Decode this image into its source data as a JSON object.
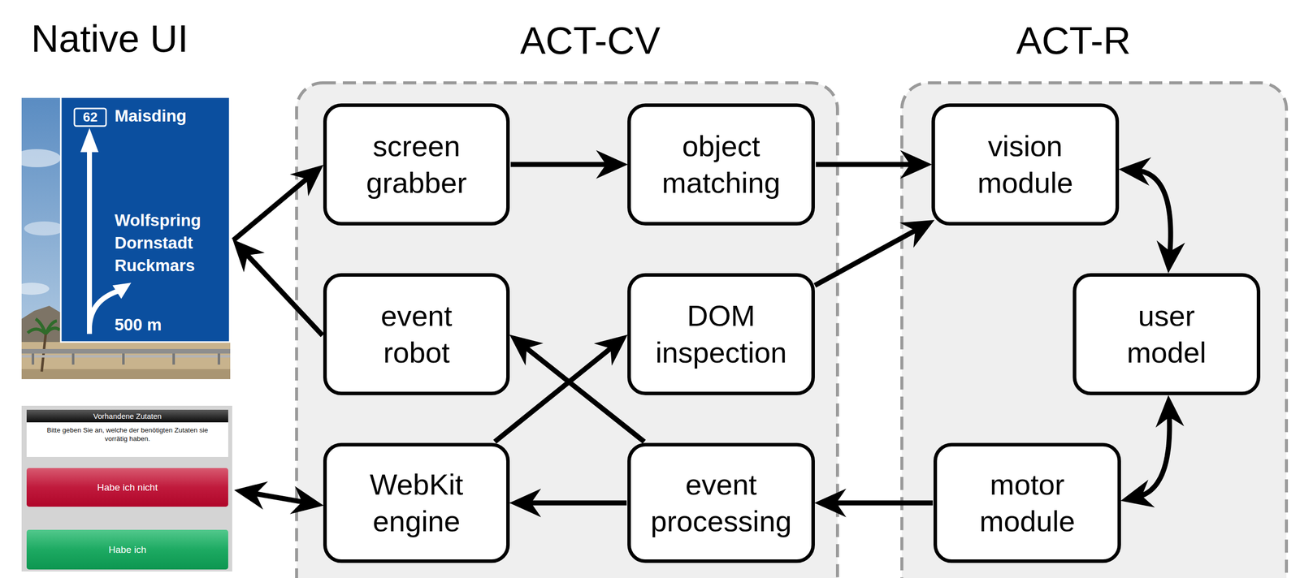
{
  "diagram": {
    "nodes": [
      {
        "text": [
          "62",
          "Maisding",
          "Wolfspring Dornstadt Ruckmars",
          "500 m"
        ]
      },
      {
        "text": [
          "Vorhandene Zutaten",
          "Bitte geben Sie an, welche der benötigten Zutaten sie vorrätig haben.",
          "Habe ich nicht",
          "Habe ich"
        ]
      },
      {
        "text": [
          "ACT-CV"
        ]
      },
      {
        "text": [
          "screen grabber"
        ],
        "in": 2
      },
      {
        "text": [
          "object matching"
        ],
        "in": 2
      },
      {
        "text": [
          "event robot"
        ],
        "in": 2
      },
      {
        "text": [
          "DOM inspection"
        ],
        "in": 2
      },
      {
        "text": [
          "WebKit engine"
        ],
        "in": 2
      },
      {
        "text": [
          "event processing"
        ],
        "in": 2
      },
      {
        "text": [
          "ACT-R"
        ]
      },
      {
        "text": [
          "vision module"
        ],
        "in": 9
      },
      {
        "text": [
          "user model"
        ],
        "in": 9
      },
      {
        "text": [
          "motor module"
        ],
        "in": 9
      }
    ],
    "edges": [
      {
        "from": 0,
        "to": 3,
        "arrow": "to"
      },
      {
        "from": 5,
        "to": 0,
        "arrow": "to"
      },
      {
        "from": 3,
        "to": 4,
        "arrow": "to"
      },
      {
        "from": 4,
        "to": 10,
        "arrow": "to"
      },
      {
        "from": 6,
        "to": 10,
        "arrow": "to"
      },
      {
        "from": 7,
        "to": 6,
        "arrow": "to"
      },
      {
        "from": 8,
        "to": 5,
        "arrow": "to"
      },
      {
        "from": 8,
        "to": 7,
        "arrow": "to"
      },
      {
        "from": 12,
        "to": 8,
        "arrow": "to"
      },
      {
        "from": 1,
        "to": 7,
        "arrow": "both"
      },
      {
        "from": 10,
        "to": 11,
        "arrow": "both"
      },
      {
        "from": 11,
        "to": 12,
        "arrow": "both"
      }
    ],
    "labels": [
      "Native UI"
    ]
  }
}
